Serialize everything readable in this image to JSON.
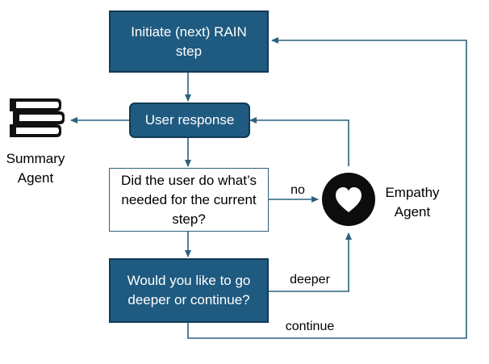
{
  "nodes": {
    "initiate": "Initiate (next) RAIN step",
    "user_response": "User response",
    "check": "Did the user do what’s needed for the current step?",
    "choice": "Would you like to go deeper or continue?"
  },
  "agents": {
    "summary": "Summary Agent",
    "empathy": "Empathy Agent"
  },
  "edges": {
    "no": "no",
    "deeper": "deeper",
    "continue": "continue"
  },
  "icons": {
    "summary": "books-stack-icon",
    "empathy": "heart-circle-icon"
  },
  "colors": {
    "box_fill": "#1f5a80",
    "connector": "#2b607f"
  }
}
